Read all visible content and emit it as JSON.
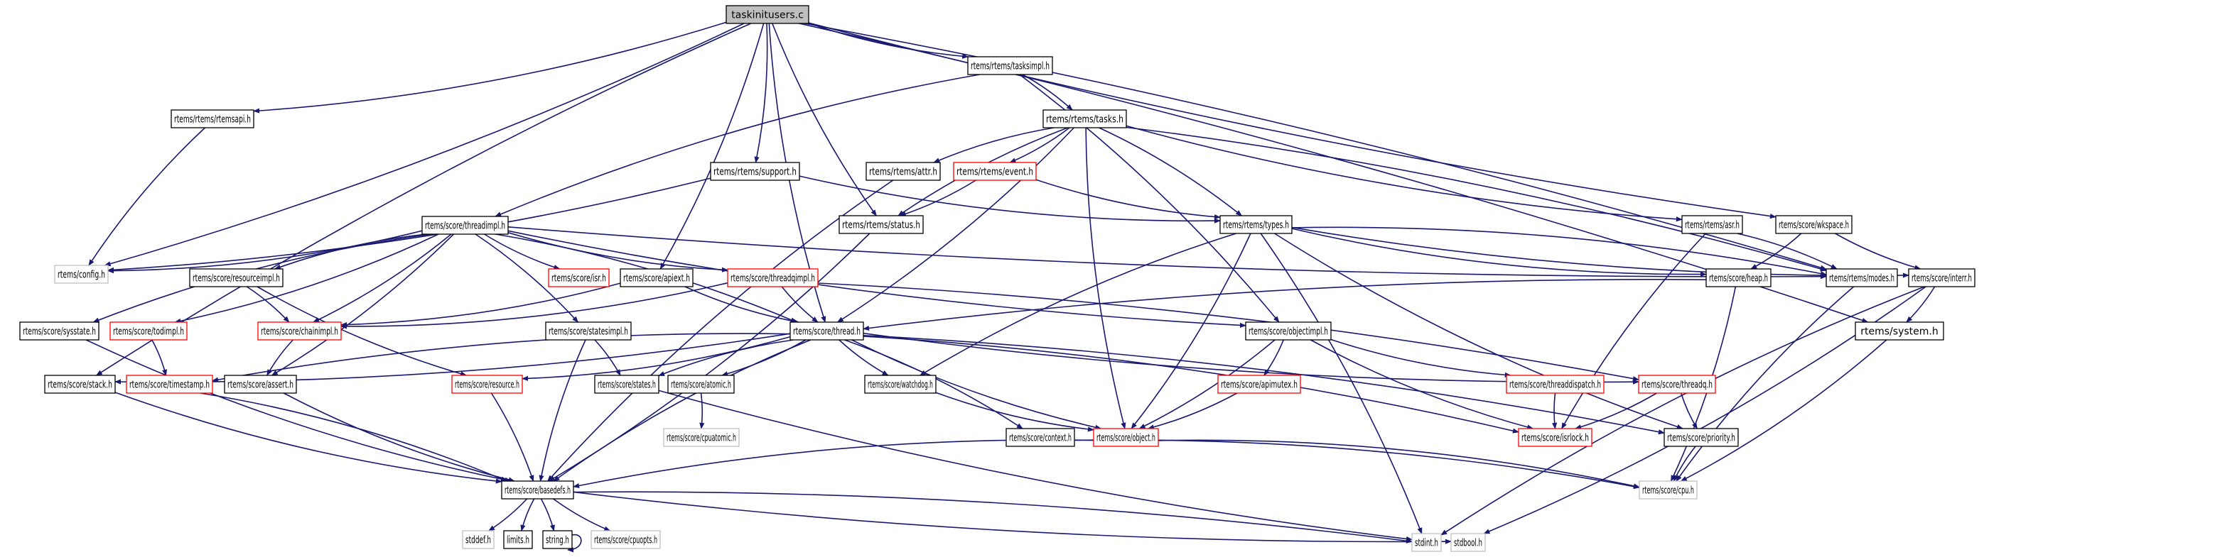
{
  "graph": {
    "title": "taskinitusers.c",
    "colors": {
      "edge": "#191970",
      "root_fill": "#bfbfbf",
      "normal_border": "#000000",
      "truncated_border": "#ff0000",
      "external_border": "#bfbfbf"
    },
    "nodes": [
      {
        "id": "root",
        "label": "taskinitusers.c",
        "kind": "root"
      },
      {
        "id": "rtemsapi",
        "label": "rtems/rtems/rtemsapi.h",
        "kind": "normal"
      },
      {
        "id": "tasksimpl",
        "label": "rtems/rtems/tasksimpl.h",
        "kind": "normal"
      },
      {
        "id": "tasks",
        "label": "rtems/rtems/tasks.h",
        "kind": "normal"
      },
      {
        "id": "support",
        "label": "rtems/rtems/support.h",
        "kind": "normal"
      },
      {
        "id": "attr",
        "label": "rtems/rtems/attr.h",
        "kind": "normal"
      },
      {
        "id": "event",
        "label": "rtems/rtems/event.h",
        "kind": "truncated"
      },
      {
        "id": "status",
        "label": "rtems/rtems/status.h",
        "kind": "normal"
      },
      {
        "id": "types",
        "label": "rtems/rtems/types.h",
        "kind": "normal"
      },
      {
        "id": "asr",
        "label": "rtems/rtems/asr.h",
        "kind": "normal"
      },
      {
        "id": "wkspace",
        "label": "rtems/score/wkspace.h",
        "kind": "normal"
      },
      {
        "id": "config",
        "label": "rtems/config.h",
        "kind": "external"
      },
      {
        "id": "threadimpl",
        "label": "rtems/score/threadimpl.h",
        "kind": "normal"
      },
      {
        "id": "resourceimpl",
        "label": "rtems/score/resourceimpl.h",
        "kind": "normal"
      },
      {
        "id": "isr",
        "label": "rtems/score/isr.h",
        "kind": "truncated"
      },
      {
        "id": "apiext",
        "label": "rtems/score/apiext.h",
        "kind": "normal"
      },
      {
        "id": "threadqimpl",
        "label": "rtems/score/threadqimpl.h",
        "kind": "truncated"
      },
      {
        "id": "heap",
        "label": "rtems/score/heap.h",
        "kind": "normal"
      },
      {
        "id": "modes",
        "label": "rtems/rtems/modes.h",
        "kind": "normal"
      },
      {
        "id": "interr",
        "label": "rtems/score/interr.h",
        "kind": "normal"
      },
      {
        "id": "sysstate",
        "label": "rtems/score/sysstate.h",
        "kind": "normal"
      },
      {
        "id": "todimpl",
        "label": "rtems/score/todimpl.h",
        "kind": "truncated"
      },
      {
        "id": "chainimpl",
        "label": "rtems/score/chainimpl.h",
        "kind": "truncated"
      },
      {
        "id": "statesimpl",
        "label": "rtems/score/statesimpl.h",
        "kind": "normal"
      },
      {
        "id": "thread",
        "label": "rtems/score/thread.h",
        "kind": "normal"
      },
      {
        "id": "objectimpl",
        "label": "rtems/score/objectimpl.h",
        "kind": "normal"
      },
      {
        "id": "system",
        "label": "rtems/system.h",
        "kind": "normal"
      },
      {
        "id": "stack",
        "label": "rtems/score/stack.h",
        "kind": "normal"
      },
      {
        "id": "timestamp",
        "label": "rtems/score/timestamp.h",
        "kind": "truncated"
      },
      {
        "id": "assert",
        "label": "rtems/score/assert.h",
        "kind": "normal"
      },
      {
        "id": "resource",
        "label": "rtems/score/resource.h",
        "kind": "truncated"
      },
      {
        "id": "states",
        "label": "rtems/score/states.h",
        "kind": "normal"
      },
      {
        "id": "atomic",
        "label": "rtems/score/atomic.h",
        "kind": "normal"
      },
      {
        "id": "watchdog",
        "label": "rtems/score/watchdog.h",
        "kind": "normal"
      },
      {
        "id": "apimutex",
        "label": "rtems/score/apimutex.h",
        "kind": "truncated"
      },
      {
        "id": "threaddispatch",
        "label": "rtems/score/threaddispatch.h",
        "kind": "truncated"
      },
      {
        "id": "threadq",
        "label": "rtems/score/threadq.h",
        "kind": "truncated"
      },
      {
        "id": "cpuatomic",
        "label": "rtems/score/cpuatomic.h",
        "kind": "external"
      },
      {
        "id": "context",
        "label": "rtems/score/context.h",
        "kind": "normal"
      },
      {
        "id": "object",
        "label": "rtems/score/object.h",
        "kind": "truncated"
      },
      {
        "id": "isrlock",
        "label": "rtems/score/isrlock.h",
        "kind": "truncated"
      },
      {
        "id": "priority",
        "label": "rtems/score/priority.h",
        "kind": "normal"
      },
      {
        "id": "basedefs",
        "label": "rtems/score/basedefs.h",
        "kind": "normal"
      },
      {
        "id": "cpu",
        "label": "rtems/score/cpu.h",
        "kind": "external"
      },
      {
        "id": "stddef",
        "label": "stddef.h",
        "kind": "external"
      },
      {
        "id": "limits",
        "label": "limits.h",
        "kind": "normal"
      },
      {
        "id": "string",
        "label": "string.h",
        "kind": "normal"
      },
      {
        "id": "cpuopts",
        "label": "rtems/score/cpuopts.h",
        "kind": "external"
      },
      {
        "id": "stdint",
        "label": "stdint.h",
        "kind": "external"
      },
      {
        "id": "stdbool",
        "label": "stdbool.h",
        "kind": "external"
      }
    ],
    "edges": [
      [
        "root",
        "rtemsapi"
      ],
      [
        "root",
        "tasksimpl"
      ],
      [
        "root",
        "support"
      ],
      [
        "root",
        "status"
      ],
      [
        "root",
        "config"
      ],
      [
        "root",
        "stack"
      ],
      [
        "root",
        "apiext"
      ],
      [
        "root",
        "thread"
      ],
      [
        "root",
        "modes"
      ],
      [
        "root",
        "wkspace"
      ],
      [
        "root",
        "system"
      ],
      [
        "rtemsapi",
        "config"
      ],
      [
        "tasksimpl",
        "tasks"
      ],
      [
        "tasksimpl",
        "threadimpl"
      ],
      [
        "tasksimpl",
        "objectimpl"
      ],
      [
        "tasks",
        "attr"
      ],
      [
        "tasks",
        "event"
      ],
      [
        "tasks",
        "status"
      ],
      [
        "tasks",
        "types"
      ],
      [
        "tasks",
        "asr"
      ],
      [
        "tasks",
        "thread"
      ],
      [
        "tasks",
        "object"
      ],
      [
        "tasks",
        "modes"
      ],
      [
        "support",
        "types"
      ],
      [
        "support",
        "config"
      ],
      [
        "attr",
        "basedefs"
      ],
      [
        "event",
        "status"
      ],
      [
        "event",
        "types"
      ],
      [
        "status",
        "basedefs"
      ],
      [
        "types",
        "heap"
      ],
      [
        "types",
        "object"
      ],
      [
        "types",
        "watchdog"
      ],
      [
        "types",
        "modes"
      ],
      [
        "types",
        "priority"
      ],
      [
        "types",
        "stdint"
      ],
      [
        "types",
        "interr"
      ],
      [
        "asr",
        "modes"
      ],
      [
        "asr",
        "isrlock"
      ],
      [
        "wkspace",
        "heap"
      ],
      [
        "wkspace",
        "interr"
      ],
      [
        "threadimpl",
        "config"
      ],
      [
        "threadimpl",
        "sysstate"
      ],
      [
        "threadimpl",
        "todimpl"
      ],
      [
        "threadimpl",
        "resourceimpl"
      ],
      [
        "threadimpl",
        "chainimpl"
      ],
      [
        "threadimpl",
        "isr"
      ],
      [
        "threadimpl",
        "statesimpl"
      ],
      [
        "threadimpl",
        "threadqimpl"
      ],
      [
        "threadimpl",
        "thread"
      ],
      [
        "threadimpl",
        "objectimpl"
      ],
      [
        "threadimpl",
        "assert"
      ],
      [
        "threadimpl",
        "modes"
      ],
      [
        "resourceimpl",
        "chainimpl"
      ],
      [
        "resourceimpl",
        "resource"
      ],
      [
        "apiext",
        "chainimpl"
      ],
      [
        "apiext",
        "thread"
      ],
      [
        "threadqimpl",
        "chainimpl"
      ],
      [
        "threadqimpl",
        "thread"
      ],
      [
        "threadqimpl",
        "threadq"
      ],
      [
        "heap",
        "thread"
      ],
      [
        "heap",
        "cpu"
      ],
      [
        "modes",
        "cpu"
      ],
      [
        "interr",
        "system"
      ],
      [
        "interr",
        "stdint"
      ],
      [
        "interr",
        "stdbool"
      ],
      [
        "sysstate",
        "basedefs"
      ],
      [
        "todimpl",
        "timestamp"
      ],
      [
        "chainimpl",
        "assert"
      ],
      [
        "statesimpl",
        "states"
      ],
      [
        "statesimpl",
        "basedefs"
      ],
      [
        "thread",
        "stack"
      ],
      [
        "thread",
        "timestamp"
      ],
      [
        "thread",
        "resource"
      ],
      [
        "thread",
        "states"
      ],
      [
        "thread",
        "atomic"
      ],
      [
        "thread",
        "watchdog"
      ],
      [
        "thread",
        "context"
      ],
      [
        "thread",
        "object"
      ],
      [
        "thread",
        "isrlock"
      ],
      [
        "thread",
        "threadq"
      ],
      [
        "thread",
        "priority"
      ],
      [
        "thread",
        "basedefs"
      ],
      [
        "objectimpl",
        "apimutex"
      ],
      [
        "objectimpl",
        "threaddispatch"
      ],
      [
        "objectimpl",
        "object"
      ],
      [
        "objectimpl",
        "isrlock"
      ],
      [
        "system",
        "cpu"
      ],
      [
        "stack",
        "basedefs"
      ],
      [
        "timestamp",
        "basedefs"
      ],
      [
        "assert",
        "basedefs"
      ],
      [
        "resource",
        "basedefs"
      ],
      [
        "states",
        "stdint"
      ],
      [
        "atomic",
        "cpuatomic"
      ],
      [
        "watchdog",
        "object"
      ],
      [
        "apimutex",
        "object"
      ],
      [
        "threaddispatch",
        "isrlock"
      ],
      [
        "threadq",
        "isrlock"
      ],
      [
        "threadq",
        "priority"
      ],
      [
        "context",
        "cpu"
      ],
      [
        "object",
        "basedefs"
      ],
      [
        "object",
        "cpu"
      ],
      [
        "priority",
        "cpu"
      ],
      [
        "basedefs",
        "stddef"
      ],
      [
        "basedefs",
        "limits"
      ],
      [
        "basedefs",
        "string"
      ],
      [
        "basedefs",
        "cpuopts"
      ],
      [
        "basedefs",
        "stdint"
      ],
      [
        "basedefs",
        "stdbool"
      ],
      [
        "string",
        "string"
      ]
    ]
  }
}
